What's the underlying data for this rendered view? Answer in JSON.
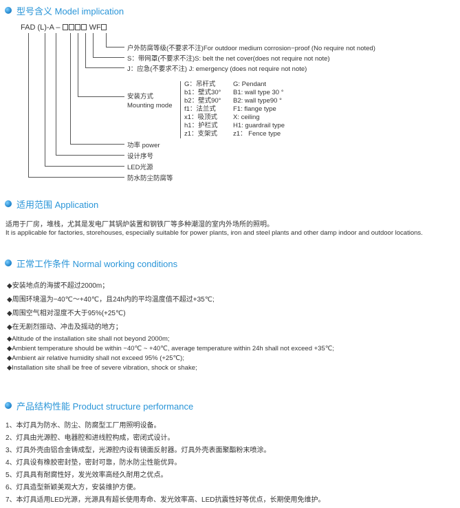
{
  "model": {
    "title": "型号含义 Model implication",
    "code": {
      "fad": "FAD",
      "l": "(L)",
      "a": "A",
      "wf": "WF"
    },
    "labels": [
      "户外防腐等级(不要求不注)For outdoor medium corrosion−proof (No require not noted)",
      "S：带网罩(不要求不注)S: belt the net cover(does not require not note)",
      "J：应急(不要求不注) J: emergency (does not require not note)",
      "功率 power",
      "设计序号",
      "LED光源",
      "防水防尘防腐等"
    ],
    "mounting_cn": "安装方式",
    "mounting_en": "Mounting mode",
    "mounting": [
      [
        "G：吊杆式",
        "G: Pendant"
      ],
      [
        "b1：壁式30°",
        "B1: wall type 30 °"
      ],
      [
        "b2：壁式90°",
        "B2: wall type90 °"
      ],
      [
        "f1：法兰式",
        "F1: flange type"
      ],
      [
        "x1：吸顶式",
        "X: ceiling"
      ],
      [
        "h1：护栏式",
        "H1: guardrail type"
      ],
      [
        "z1：支架式",
        "z1： Fence type"
      ]
    ]
  },
  "application": {
    "title": "适用范围 Application",
    "lines": [
      "适用于厂房，堆栈，尤其是发电厂其锅炉装置和钢铁厂等多种潮湿的室内外场所的照明。",
      "It is applicable for factories, storehouses, especially suitable for power plants, iron and steel plants and other damp indoor and outdoor locations."
    ]
  },
  "conditions": {
    "title": "正常工作条件 Normal working conditions",
    "cn": [
      "◆安装地点的海拔不超过2000m；",
      "◆周围环境温为−40℃～+40℃，且24h内的平均温度值不超过+35℃;",
      "◆周围空气相对湿度不大于95%(+25℃)",
      "◆在无剧烈振动、冲击及摇动的地方；"
    ],
    "en": [
      "◆Altitude of the installation site shall not beyond 2000m;",
      "◆Ambient temperature should be within −40℃ ~ +40℃, average temperature within 24h shall not exceed +35℃;",
      "◆Ambient air relative humidity shall not exceed 95% (+25℃);",
      "◆Installation site shall be free of severe vibration, shock or shake;"
    ]
  },
  "performance": {
    "title": "产品结构性能 Product structure performance",
    "items": [
      "1、本灯具为防水、防尘、防腐型工厂用照明设备。",
      "2、灯具由光源腔、电器腔和进线腔构成，密闭式设计。",
      "3、灯具外壳由铝合金铸成型，光源腔内设有镜面反射器。灯具外壳表面聚酯粉末喷涂。",
      "4、灯具设有橡胶密封垫，密封可靠，防水防尘性能优异。",
      "5、灯具具有耐腐性好，发光效率高经久耐用之优点。",
      "6、灯具造型新颖美观大方，安装维护方便。",
      "7、本灯具适用LED光源，光源具有超长使用寿命、发光效率高、LED抗震性好等优点，长期使用免维护。"
    ]
  }
}
